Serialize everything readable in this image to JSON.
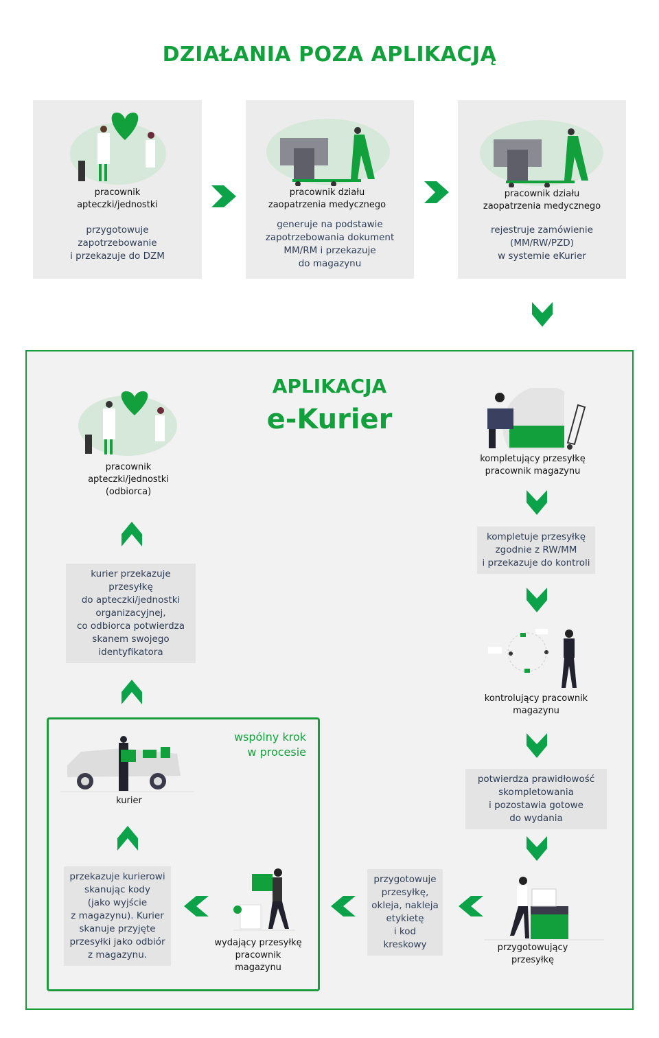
{
  "header": {
    "title": "DZIAŁANIA POZA APLIKACJĄ"
  },
  "outside_steps": [
    {
      "role": [
        "pracownik",
        "apteczki/jednostki"
      ],
      "action": [
        "przygotowuje",
        "zapotrzebowanie",
        "i przekazuje do DZM"
      ]
    },
    {
      "role": [
        "pracownik działu",
        "zaopatrzenia medycznego"
      ],
      "action": [
        "generuje na podstawie",
        "zapotrzebowania dokument",
        "MM/RM i przekazuje",
        "do magazynu"
      ]
    },
    {
      "role": [
        "pracownik działu",
        "zaopatrzenia medycznego"
      ],
      "action": [
        "rejestruje zamówienie",
        "(MM/RW/PZD)",
        "w systemie eKurier"
      ]
    }
  ],
  "app": {
    "title_line1": "APLIKACJA",
    "title_line2": "e-Kurier",
    "recipient": [
      "pracownik",
      "apteczki/jednostki",
      "(odbiorca)"
    ],
    "picker": [
      "kompletujący przesyłkę",
      "pracownik magazynu"
    ],
    "picker_action": [
      "kompletuje przesyłkę",
      "zgodnie z RW/MM",
      "i przekazuje do kontroli"
    ],
    "controller": [
      "kontrolujący pracownik",
      "magazynu"
    ],
    "controller_action": [
      "potwierdza prawidłowość",
      "skompletowania",
      "i pozostawia gotowe",
      "do wydania"
    ],
    "preparer": [
      "przygotowujący",
      "przesyłkę"
    ],
    "preparer_action": [
      "przygotowuje",
      "przesyłkę,",
      "okleja, nakleja",
      "etykietę",
      "i kod",
      "kreskowy"
    ],
    "issuer": [
      "wydający przesyłkę",
      "pracownik",
      "magazynu"
    ],
    "issuer_action": [
      "przekazuje kurierowi",
      "skanując kody",
      "(jako wyjście",
      "z magazynu). Kurier",
      "skanuje przyjęte",
      "przesyłki jako odbiór",
      "z magazynu."
    ],
    "courier": "kurier",
    "courier_action": [
      "kurier przekazuje",
      "przesyłkę",
      "do apteczki/jednostki",
      "organizacyjnej,",
      "co odbiorca potwierdza",
      "skanem swojego",
      "identyfikatora"
    ],
    "shared_step": [
      "wspólny krok",
      "w procesie"
    ]
  },
  "colors": {
    "accent": "#12a03c",
    "text": "#2e3d55"
  }
}
